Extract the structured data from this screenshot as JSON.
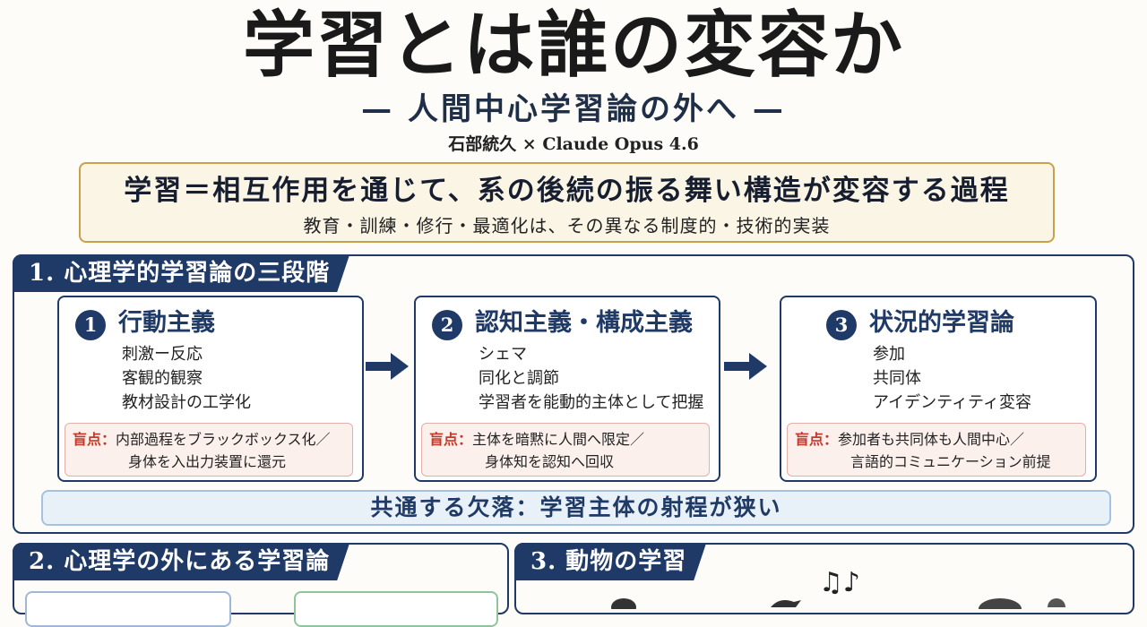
{
  "title": "学習とは誰の変容か",
  "subtitle": "— 人間中心学習論の外へ —",
  "byline": "石部統久 × Claude Opus 4.6",
  "definition": {
    "main": "学習＝相互作用を通じて、系の後続の振る舞い構造が変容する過程",
    "sub": "教育・訓練・修行・最適化は、その異なる制度的・技術的実装"
  },
  "section1": {
    "header": "1. 心理学的学習論の三段階",
    "cards": [
      {
        "num": "1",
        "title": "行動主義",
        "items": [
          "刺激ー反応",
          "客観的観察",
          "教材設計の工学化"
        ],
        "blind_label": "盲点：",
        "blind_lines": [
          "内部過程をブラックボックス化／",
          "身体を入出力装置に還元"
        ]
      },
      {
        "num": "2",
        "title": "認知主義・構成主義",
        "items": [
          "シェマ",
          "同化と調節",
          "学習者を能動的主体として把握"
        ],
        "blind_label": "盲点：",
        "blind_lines": [
          "主体を暗黙に人間へ限定／",
          "身体知を認知へ回収"
        ]
      },
      {
        "num": "3",
        "title": "状況的学習論",
        "items": [
          "参加",
          "共同体",
          "アイデンティティ変容"
        ],
        "blind_label": "盲点：",
        "blind_lines": [
          "参加者も共同体も人間中心／",
          "言語的コミュニケーション前提"
        ]
      }
    ],
    "common": "共通する欠落：学習主体の射程が狭い"
  },
  "section2": {
    "header": "2. 心理学の外にある学習論"
  },
  "section3": {
    "header": "3. 動物の学習",
    "notes_glyph": "♫♪"
  },
  "colors": {
    "navy": "#1f3a66",
    "gold_border": "#c9a14a",
    "blind_label_red": "#c0392b",
    "common_bg": "#e9f1f8"
  }
}
